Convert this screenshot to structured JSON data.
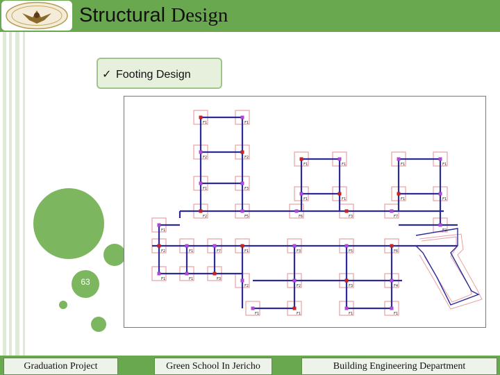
{
  "header": {
    "title_part1": "Structural",
    "title_part2": "Design"
  },
  "slide": {
    "number": "63",
    "checkmark": "✓",
    "bullet": "Footing Design"
  },
  "plan": {
    "footing_labels": [
      "F1",
      "F2",
      "F3",
      "F4",
      "F5",
      "F6",
      "F7"
    ]
  },
  "footer": {
    "left": "Graduation Project",
    "center": "Green School In Jericho",
    "right": "Building Engineering Department"
  },
  "colors": {
    "accent": "#6aa84f",
    "light_green": "#7cb760",
    "beam_blue": "#2a2a9a",
    "column_red": "#cc2222",
    "footing_pink": "#e8a0a0"
  }
}
